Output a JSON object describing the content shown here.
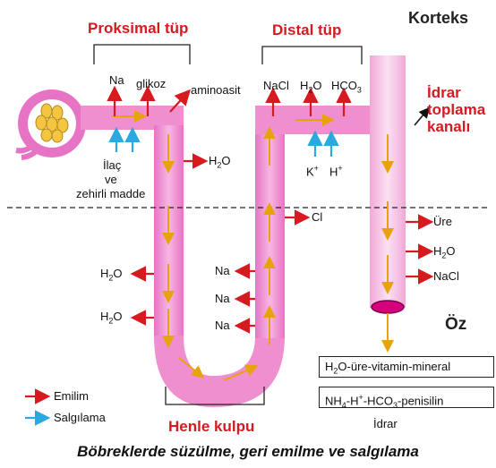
{
  "titles": {
    "korteks": "Korteks",
    "oz": "Öz",
    "proksimal": "Proksimal tüp",
    "distal": "Distal tüp",
    "idrar_toplama": [
      "İdrar",
      "toplama",
      "kanalı"
    ],
    "henle": "Henle kulpu"
  },
  "proximal_labels": {
    "na": "Na",
    "glikoz": "glikoz",
    "aminoasit": "aminoasit",
    "ilac": "İlaç",
    "ve": "ve",
    "zehirli": "zehirli madde",
    "h2o": "H",
    "h2o_sub": "2",
    "h2o_end": "O"
  },
  "distal_labels": {
    "nacl": "NaCl",
    "h2o": "H",
    "h2o_sub": "2",
    "h2o_end": "O",
    "hco": "HCO",
    "hco_sub": "3",
    "k": "K",
    "k_sup": "+",
    "h": "H",
    "h_sup": "+",
    "cl": "Cl"
  },
  "loop_labels": {
    "h2o_1": "H",
    "h2o_1_sub": "2",
    "h2o_1_end": "O",
    "h2o_2": "H",
    "h2o_2_sub": "2",
    "h2o_2_end": "O",
    "na_1": "Na",
    "na_2": "Na",
    "na_3": "Na"
  },
  "collecting_labels": {
    "ure": "Üre",
    "h2o": "H",
    "h2o_sub": "2",
    "h2o_end": "O",
    "nacl": "NaCl"
  },
  "output_box": {
    "line1_a": "H",
    "line1_sub": "2",
    "line1_b": "O-üre-vitamin-mineral",
    "line2_a": "NH",
    "line2_sub1": "4",
    "line2_b": "-H",
    "line2_sup": "+",
    "line2_c": "-HCO",
    "line2_sub2": "3",
    "line2_d": "-penisilin",
    "idrar": "İdrar"
  },
  "legend": {
    "emilim": "Emilim",
    "salgilama": "Salgılama"
  },
  "caption": "Böbreklerde süzülme, geri emilme ve salgılama",
  "colors": {
    "tube": "#ef8fcf",
    "tube_light": "#f6c3e4",
    "red_arrow": "#d71920",
    "blue_arrow": "#2aa9e0",
    "yellow_arrow": "#e8a20c",
    "title_red": "#d71920"
  }
}
